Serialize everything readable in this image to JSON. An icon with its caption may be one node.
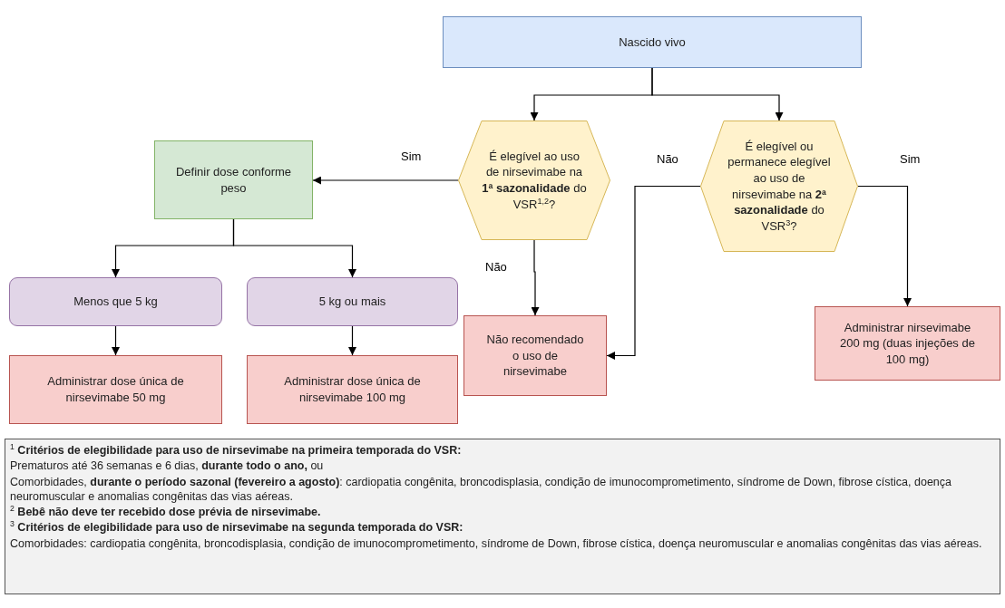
{
  "diagram": {
    "nodes": [
      {
        "text": [
          "Nascido vivo"
        ]
      },
      {
        "text": [
          "É elegível ao uso de nirsevimabe na **1ª sazonalidade** do VSR$^{1,2}$?"
        ]
      },
      {
        "text": [
          "É elegível ou permanece elegível ao uso de nirsevimabe na **2ª sazonalidade** do VSR$^{3}$?"
        ]
      },
      {
        "text": [
          "Definir dose conforme peso"
        ]
      },
      {
        "text": [
          "Menos que 5 kg"
        ]
      },
      {
        "text": [
          "5 kg ou mais"
        ]
      },
      {
        "text": [
          "Administrar dose única de nirsevimabe 50 mg"
        ]
      },
      {
        "text": [
          "Administrar dose única de nirsevimabe 100 mg"
        ]
      },
      {
        "text": [
          "Não recomendado o uso de nirsevimabe"
        ]
      },
      {
        "text": [
          "Administrar nirsevimabe 200 mg (duas injeções de 100 mg)"
        ]
      },
      {
        "text": [
          "$^{1}$ **Critérios de elegibilidade para uso de nirsevimabe na primeira temporada do VSR:**",
          "Prematuros até 36 semanas e 6 dias, **durante todo o ano,** ou",
          "Comorbidades, **durante o período sazonal (fevereiro a agosto)**: cardiopatia congênita, broncodisplasia, condição de imunocomprometimento, síndrome de Down, fibrose cística, doença neuromuscular e anomalias congênitas das vias aéreas.",
          "$^{2}$ **Bebê não deve ter recebido dose prévia de nirsevimabe.**",
          "$^{3}$ **Critérios de elegibilidade para uso de nirsevimabe na segunda temporada do VSR:**",
          "Comorbidades: cardiopatia congênita, broncodisplasia, condição de imunocomprometimento, síndrome de Down, fibrose cística, doença neuromuscular e anomalias congênitas das vias aéreas."
        ]
      }
    ],
    "edges": [
      {
        "from": 0,
        "to": 1,
        "arrow": "to"
      },
      {
        "from": 0,
        "to": 2,
        "arrow": "to"
      },
      {
        "from": 1,
        "to": 3,
        "arrow": "to",
        "label": "Sim"
      },
      {
        "from": 3,
        "to": 4,
        "arrow": "to"
      },
      {
        "from": 3,
        "to": 5,
        "arrow": "to"
      },
      {
        "from": 4,
        "to": 6,
        "arrow": "to"
      },
      {
        "from": 5,
        "to": 7,
        "arrow": "to"
      },
      {
        "from": 1,
        "to": 8,
        "arrow": "to",
        "label": "Não"
      },
      {
        "from": 2,
        "to": 8,
        "arrow": "to",
        "label": "Não"
      },
      {
        "from": 2,
        "to": 9,
        "arrow": "to",
        "label": "Sim"
      }
    ]
  }
}
